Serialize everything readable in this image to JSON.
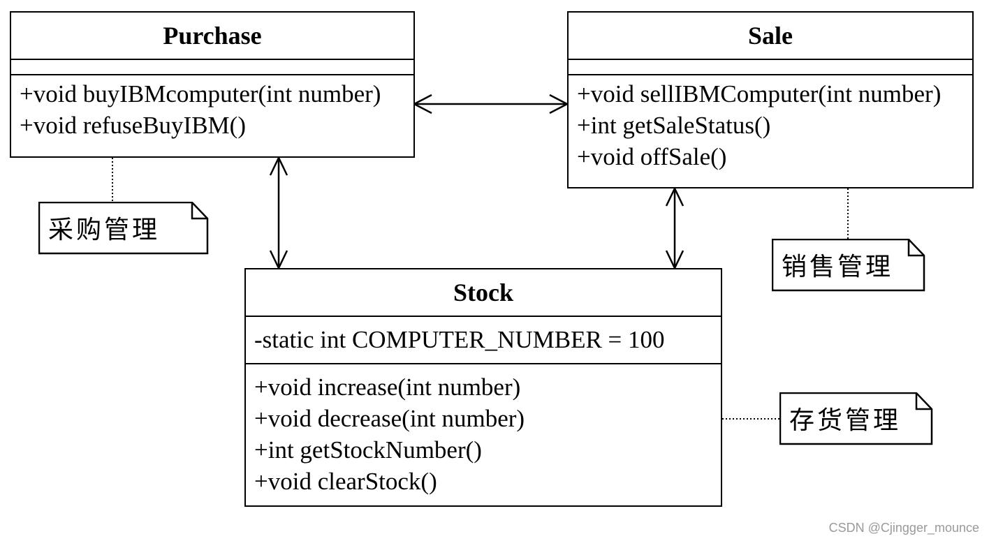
{
  "classes": {
    "purchase": {
      "name": "Purchase",
      "attributes": [],
      "methods": [
        "+void buyIBMcomputer(int number)",
        "+void refuseBuyIBM()"
      ]
    },
    "sale": {
      "name": "Sale",
      "attributes": [],
      "methods": [
        "+void sellIBMComputer(int number)",
        "+int getSaleStatus()",
        "+void offSale()"
      ]
    },
    "stock": {
      "name": "Stock",
      "attributes": [
        "-static int COMPUTER_NUMBER = 100"
      ],
      "methods": [
        "+void increase(int number)",
        "+void decrease(int number)",
        "+int getStockNumber()",
        "+void clearStock()"
      ]
    }
  },
  "notes": {
    "purchase": "采购管理",
    "sale": "销售管理",
    "stock": "存货管理"
  },
  "watermark": "CSDN @Cjingger_mounce"
}
